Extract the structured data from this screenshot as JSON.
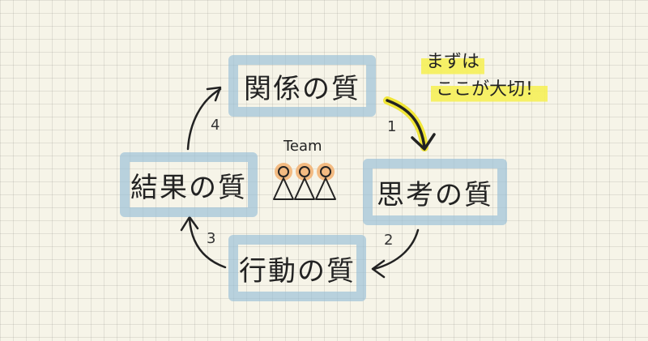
{
  "boxes": {
    "kankei": "関係の質",
    "shikou": "思考の質",
    "koudou": "行動の質",
    "kekka": "結果の質"
  },
  "steps": [
    "1",
    "2",
    "3",
    "4"
  ],
  "team": {
    "label": "Team"
  },
  "callout": {
    "line1": "まずは",
    "line2": "ここが大切！"
  },
  "colors": {
    "box_border": "#96bed7",
    "highlight": "#f6f050",
    "head": "#f2b070",
    "arrow": "#222222",
    "background": "#f6f4e8"
  }
}
